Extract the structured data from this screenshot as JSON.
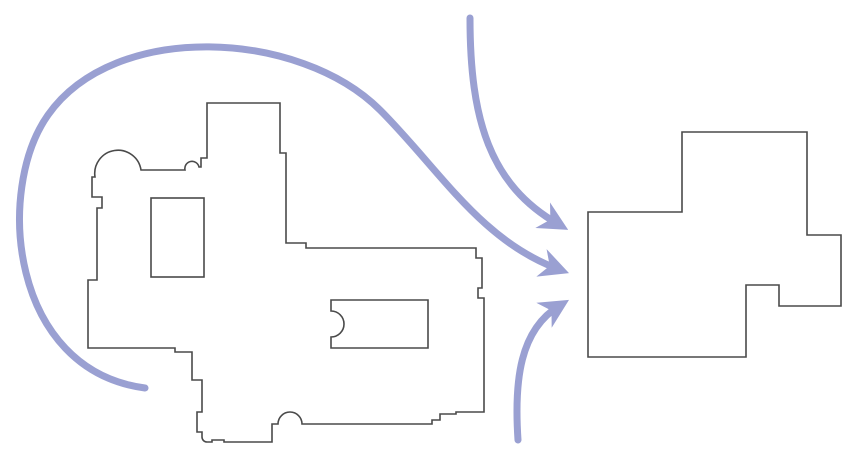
{
  "colors": {
    "arrow": "#9aa0d2",
    "outline": "#4a4a4a",
    "background": "#ffffff"
  },
  "shapes": {
    "left_plan": "complex-building-footprint",
    "right_plan": "simplified-building-footprint"
  },
  "arrows": {
    "count": 4,
    "direction": "toward-right-plan"
  }
}
